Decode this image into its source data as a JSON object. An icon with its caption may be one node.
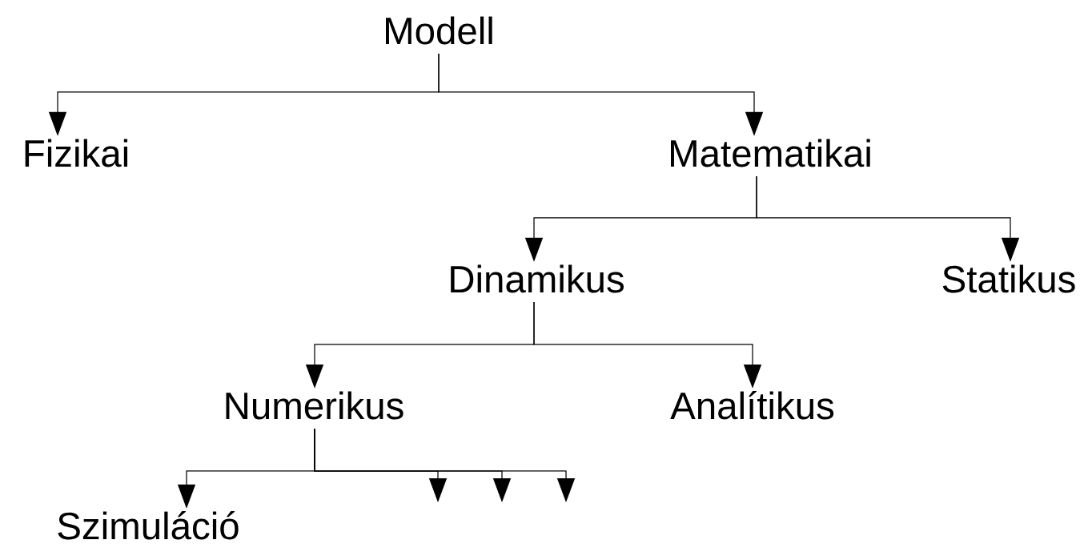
{
  "diagram": {
    "nodes": [
      {
        "text": [
          "Modell"
        ]
      },
      {
        "text": [
          "Fizikai"
        ]
      },
      {
        "text": [
          "Matematikai"
        ]
      },
      {
        "text": [
          "Dinamikus"
        ]
      },
      {
        "text": [
          "Statikus"
        ]
      },
      {
        "text": [
          "Numerikus"
        ]
      },
      {
        "text": [
          "Analítikus"
        ]
      },
      {
        "text": [
          "Szimuláció"
        ]
      }
    ],
    "edges": [
      {
        "from": 0,
        "to": 1,
        "arrow": "to"
      },
      {
        "from": 0,
        "to": 2,
        "arrow": "to"
      },
      {
        "from": 2,
        "to": 3,
        "arrow": "to"
      },
      {
        "from": 2,
        "to": 4,
        "arrow": "to"
      },
      {
        "from": 3,
        "to": 5,
        "arrow": "to"
      },
      {
        "from": 3,
        "to": 6,
        "arrow": "to"
      },
      {
        "from": 5,
        "to": 7,
        "arrow": "to"
      },
      {
        "from": 5,
        "to": null,
        "arrow": "to"
      },
      {
        "from": 5,
        "to": null,
        "arrow": "to"
      },
      {
        "from": 5,
        "to": null,
        "arrow": "to"
      }
    ]
  }
}
